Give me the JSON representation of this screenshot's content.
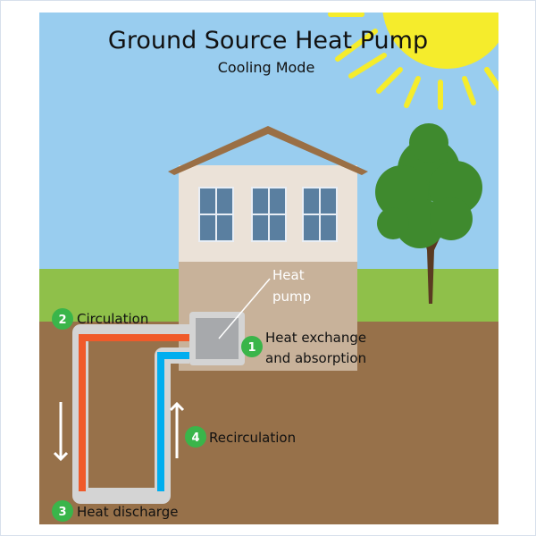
{
  "title": "Ground Source Heat Pump",
  "subtitle": "Cooling Mode",
  "heat_pump_label": [
    "Heat",
    "pump"
  ],
  "steps": [
    {
      "number": "1",
      "label": [
        "Heat exchange",
        "and absorption"
      ]
    },
    {
      "number": "2",
      "label": [
        "Circulation"
      ]
    },
    {
      "number": "3",
      "label": [
        "Heat discharge"
      ]
    },
    {
      "number": "4",
      "label": [
        "Recirculation"
      ]
    }
  ],
  "colors": {
    "sky": "#99cdef",
    "grass": "#8fc04a",
    "ground": "#97714a",
    "hot_pipe": "#f05a2a",
    "cold_pipe": "#00aeef",
    "badge": "#3ab54a",
    "sun": "#f5ec2c"
  }
}
